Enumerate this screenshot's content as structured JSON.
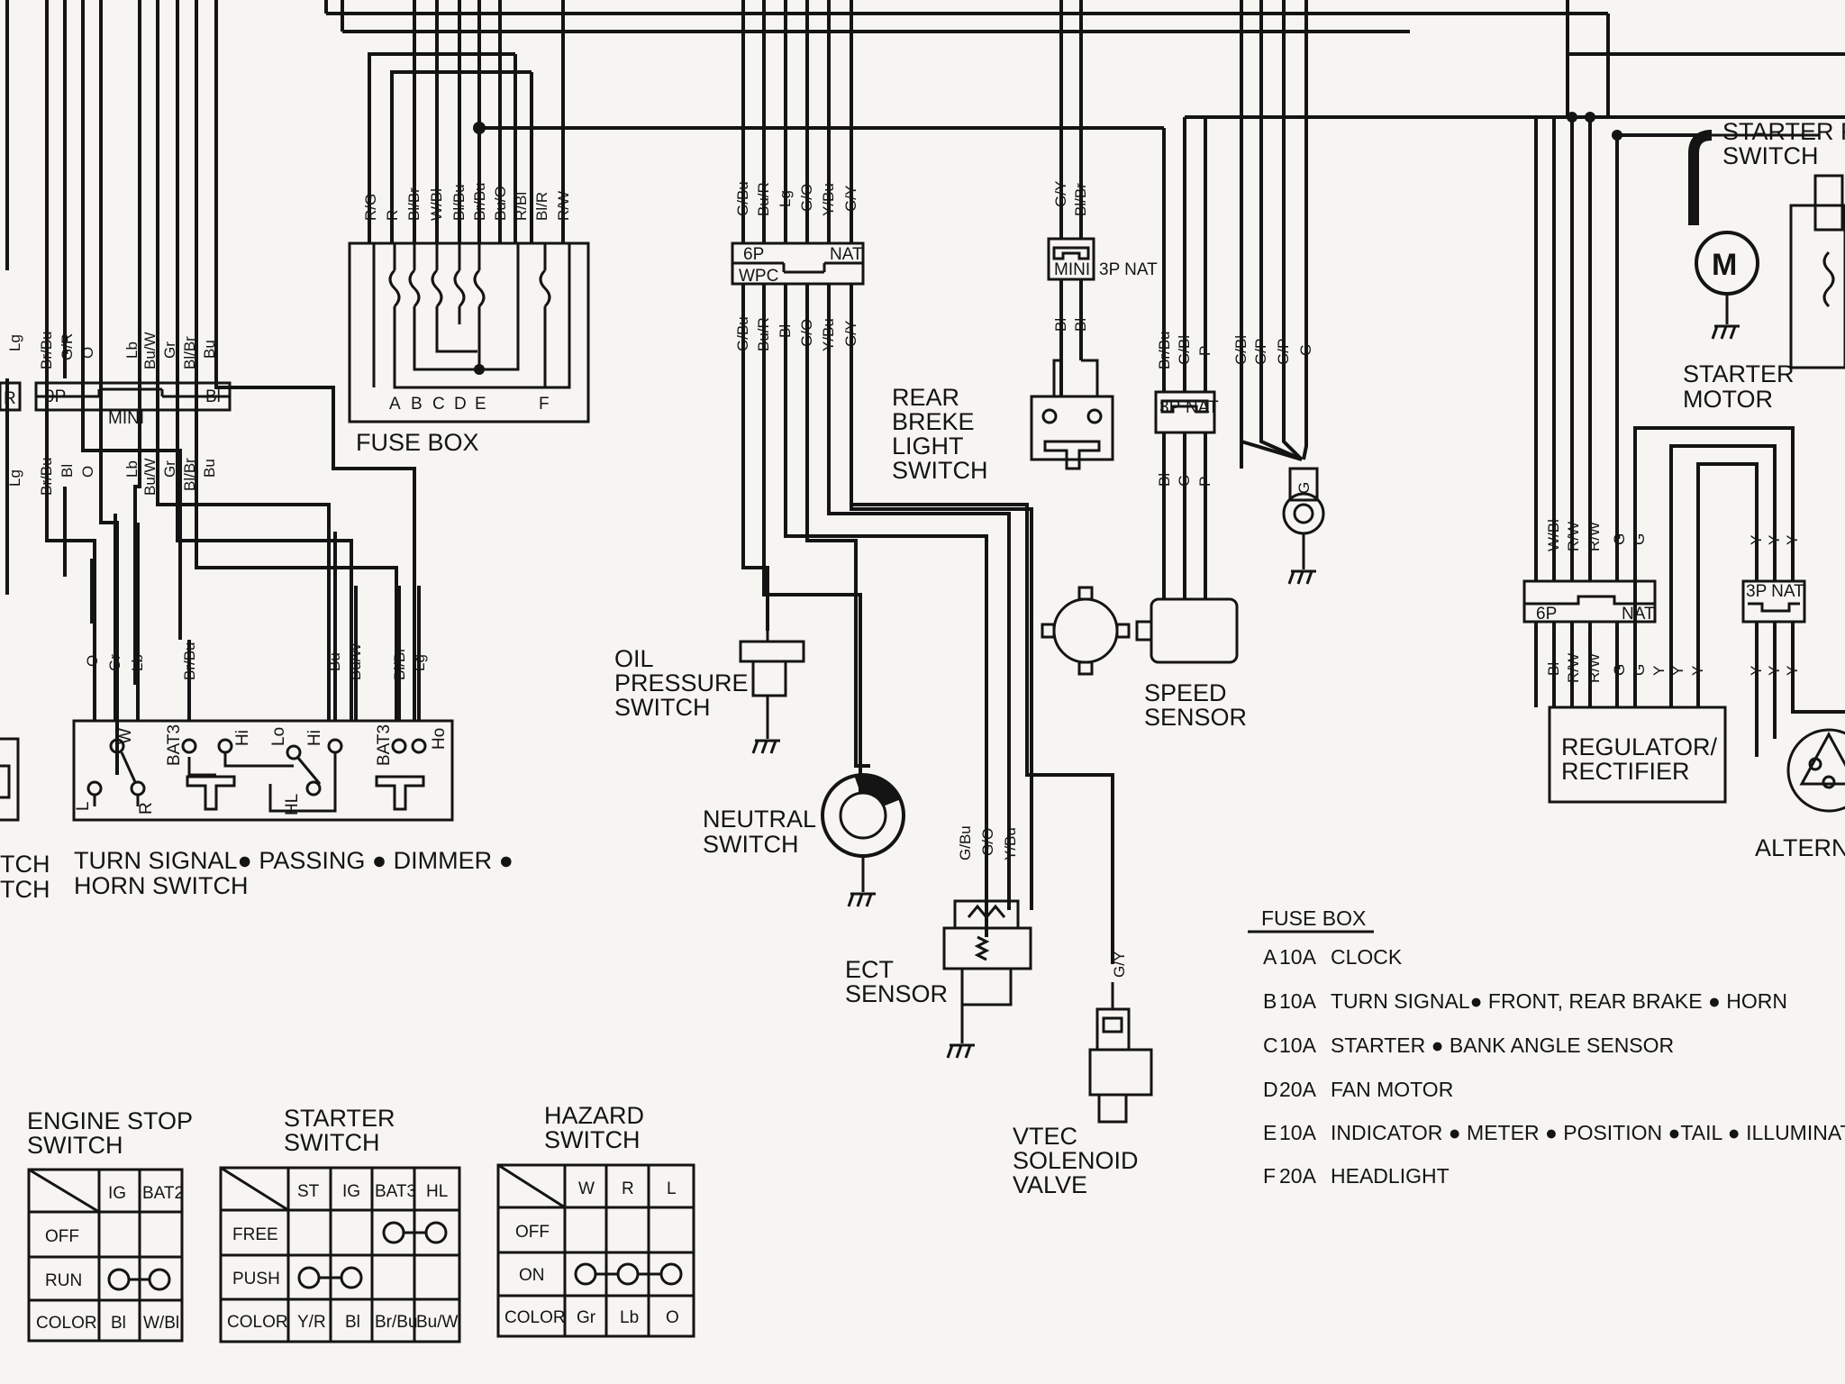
{
  "labels": {
    "fuse_box": "FUSE BOX",
    "rear_brake_l1": "REAR",
    "rear_brake_l2": "BREKE",
    "rear_brake_l3": "LIGHT",
    "rear_brake_l4": "SWITCH",
    "oil_l1": "OIL",
    "oil_l2": "PRESSURE",
    "oil_l3": "SWITCH",
    "neutral_l1": "NEUTRAL",
    "neutral_l2": "SWITCH",
    "ect_l1": "ECT",
    "ect_l2": "SENSOR",
    "vtec_l1": "VTEC",
    "vtec_l2": "SOLENOID",
    "vtec_l3": "VALVE",
    "speed_l1": "SPEED",
    "speed_l2": "SENSOR",
    "starter_relay_l1": "STARTER R",
    "starter_relay_l2": "SWITCH",
    "starter_motor_l1": "STARTER",
    "starter_motor_l2": "MOTOR",
    "regulator_l1": "REGULATOR/",
    "regulator_l2": "RECTIFIER",
    "alternator": "ALTERNA",
    "turn_l1": "TURN SIGNAL● PASSING ● DIMMER ●",
    "turn_l2": "HORN SWITCH",
    "left_cut_l1": "TCH",
    "left_cut_l2": "TCH",
    "motor_symbol": "M"
  },
  "connectors": {
    "nine_p": "9P",
    "mini": "MINI",
    "bl": "Bl",
    "six_p": "6P",
    "nat": "NAT",
    "wpc": "WPC",
    "mini_3p": "MINI",
    "three_p_nat": "3P NAT",
    "three_p": "3P",
    "nat2": "NAT",
    "six_p_right": "6P",
    "nat_right": "NAT",
    "three_p_nat_right": "3P NAT",
    "left_cut": "R"
  },
  "fuse_letters": [
    "A",
    "B",
    "C",
    "D",
    "E",
    "F"
  ],
  "wires": {
    "fuse_top": [
      "R/G",
      "R",
      "Bl/Br",
      "W/Bl",
      "Bl/Bu",
      "Br/Bu",
      "Bu/O",
      "R/Bl",
      "Bl/R",
      "R/W"
    ],
    "left_upper": [
      "Lg",
      "Br/Bu",
      "G/R",
      "O",
      "Lb",
      "Bu/W",
      "Gr",
      "Bl/Br",
      "Bu"
    ],
    "left_lower": [
      "Lg",
      "Br/Bu",
      "Bl",
      "O",
      "Lb",
      "Bu/W",
      "Gr",
      "Bl/Br",
      "Bu"
    ],
    "switch_top": [
      "O",
      "Gr",
      "Lb",
      "Br/Bu",
      "Bu",
      "Bu/W",
      "Bl/Br",
      "Lg"
    ],
    "mid_top": [
      "G/Bu",
      "Bu/R",
      "Lg",
      "G/O",
      "Y/Bu",
      "G/Y"
    ],
    "mid_lower": [
      "G/Bu",
      "Bu/R",
      "Bl",
      "G/O",
      "Y/Bu",
      "G/Y"
    ],
    "brake_top": [
      "G/Y",
      "Bl/Br"
    ],
    "brake_lower": [
      "Bl",
      "Bl"
    ],
    "speed_top": [
      "Br/Bu",
      "G/Bl",
      "P"
    ],
    "speed_lower": [
      "Bl",
      "G",
      "P"
    ],
    "ground_top": [
      "G/Bl",
      "G/P",
      "G/P",
      "G"
    ],
    "ground_ring": "G",
    "ect": [
      "G/Bu",
      "G/O",
      "Y/Bu"
    ],
    "vtec": "G/Y",
    "reg_top": [
      "W/Bl",
      "R/W",
      "R/W",
      "G",
      "G"
    ],
    "reg_lower": [
      "Bl",
      "R/W",
      "R/W",
      "G",
      "G",
      "Y",
      "Y",
      "Y"
    ],
    "alt_top": [
      "Y",
      "Y",
      "Y"
    ],
    "alt_lower": [
      "Y",
      "Y",
      "Y"
    ]
  },
  "turn_switch_pins": [
    "BAT3",
    "Hi",
    "Lo",
    "Hi",
    "BAT3",
    "Ho",
    "L",
    "R",
    "W",
    "HL"
  ],
  "fuse_legend": {
    "title": "FUSE BOX",
    "rows": [
      {
        "id": "A",
        "amp": "10A",
        "desc": "CLOCK"
      },
      {
        "id": "B",
        "amp": "10A",
        "desc": "TURN SIGNAL● FRONT, REAR BRAKE ● HORN"
      },
      {
        "id": "C",
        "amp": "10A",
        "desc": "STARTER ● BANK ANGLE SENSOR"
      },
      {
        "id": "D",
        "amp": "20A",
        "desc": "FAN MOTOR"
      },
      {
        "id": "E",
        "amp": "10A",
        "desc": "INDICATOR ● METER ● POSITION ●TAIL ● ILLUMINATION"
      },
      {
        "id": "F",
        "amp": "20A",
        "desc": "HEADLIGHT"
      }
    ]
  },
  "tables": {
    "engine_stop": {
      "title_l1": "ENGINE STOP",
      "title_l2": "SWITCH",
      "header": [
        "IG",
        "BAT2"
      ],
      "rows": [
        "OFF",
        "RUN"
      ],
      "color": [
        "COLOR",
        "Bl",
        "W/Bl"
      ]
    },
    "starter": {
      "title_l1": "STARTER",
      "title_l2": "SWITCH",
      "header": [
        "ST",
        "IG",
        "BAT3",
        "HL"
      ],
      "rows": [
        "FREE",
        "PUSH"
      ],
      "color": [
        "COLOR",
        "Y/R",
        "Bl",
        "Br/Bu",
        "Bu/W"
      ]
    },
    "hazard": {
      "title_l1": "HAZARD",
      "title_l2": "SWITCH",
      "header": [
        "W",
        "R",
        "L"
      ],
      "rows": [
        "OFF",
        "ON"
      ],
      "color": [
        "COLOR",
        "Gr",
        "Lb",
        "O"
      ]
    }
  }
}
